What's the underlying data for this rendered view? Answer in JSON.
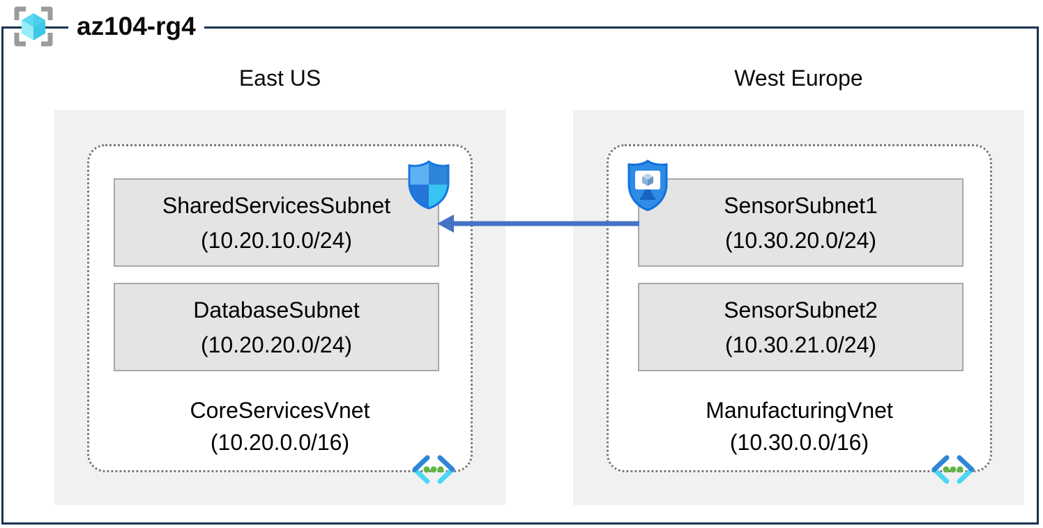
{
  "title": "az104-rg4",
  "regions": {
    "east": {
      "label": "East US",
      "vnet_name": "CoreServicesVnet",
      "vnet_cidr": "(10.20.0.0/16)",
      "subnet1_name": "SharedServicesSubnet",
      "subnet1_cidr": "(10.20.10.0/24)",
      "subnet2_name": "DatabaseSubnet",
      "subnet2_cidr": "(10.20.20.0/24)"
    },
    "west": {
      "label": "West Europe",
      "vnet_name": "ManufacturingVnet",
      "vnet_cidr": "(10.30.0.0/16)",
      "subnet1_name": "SensorSubnet1",
      "subnet1_cidr": "(10.30.20.0/24)",
      "subnet2_name": "SensorSubnet2",
      "subnet2_cidr": "(10.30.21.0/24)"
    }
  },
  "connection": {
    "from": "SensorSubnet1",
    "to": "SharedServicesSubnet",
    "type": "arrow"
  },
  "icons": {
    "resource_group": "resource-group-icon",
    "network_security_group": "network-security-group-shield-icon",
    "application_security_group": "application-security-group-shield-icon",
    "virtual_network": "virtual-network-icon"
  },
  "colors": {
    "outer_border": "#17334f",
    "region_panel": "#f1f1f1",
    "subnet_fill": "#e4e4e4",
    "subnet_border": "#a8a8a8",
    "dotted_border": "#7a7a7a",
    "arrow": "#4472c4",
    "cube_cyan": "#57d7ee",
    "icon_blue": "#2e86d6",
    "icon_cyan": "#4cd7f4",
    "icon_green": "#61b53e"
  }
}
